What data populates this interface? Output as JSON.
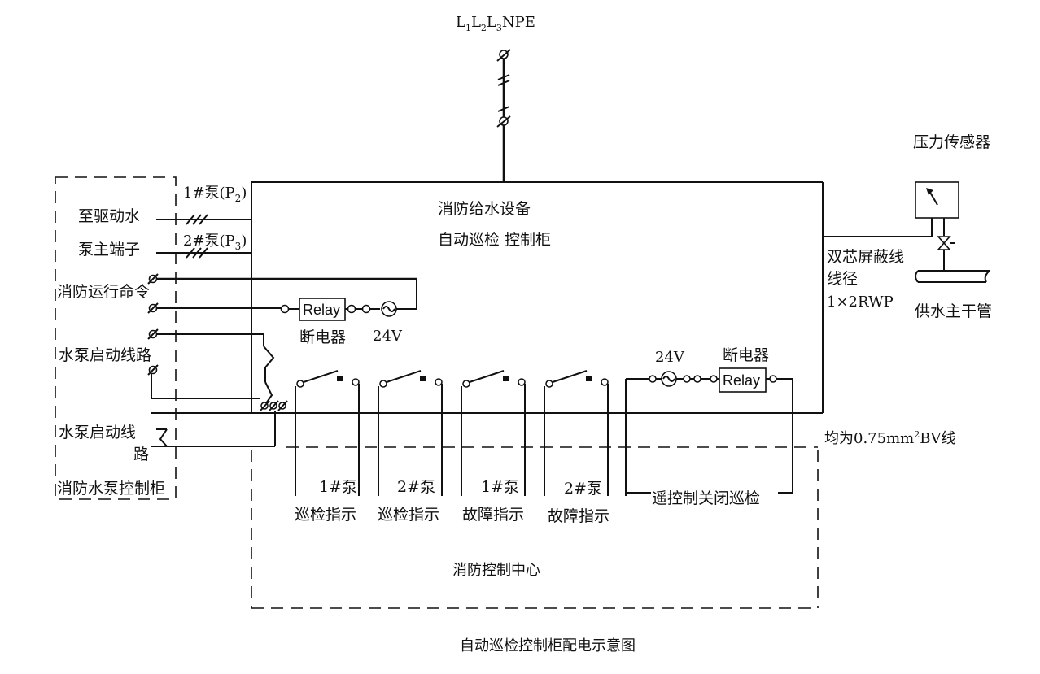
{
  "supply": {
    "l1": "L",
    "s1": "1",
    "l2": "L",
    "s2": "2",
    "l3": "L",
    "s3": "3",
    "npe": "NPE"
  },
  "cabinet": {
    "title_line1": "消防给水设备",
    "title_line2": "自动巡检 控制柜"
  },
  "pump_panel": {
    "pump1_prefix": "1#泵(P",
    "pump1_sub": "2",
    "pump1_suffix": ")",
    "pump2_prefix": "2#泵(P",
    "pump2_sub": "3",
    "pump2_suffix": ")",
    "drive_line1": "至驱动水",
    "drive_line2": "泵主端子",
    "run_command": "消防运行命令",
    "start_circuit": "水泵启动线路",
    "start_circuit2_line1": "水泵启动线",
    "start_circuit2_line2": "路",
    "panel_name": "消防水泵控制柜"
  },
  "relay_left": {
    "relay": "Relay",
    "breaker": "断电器",
    "voltage": "24V"
  },
  "relay_right": {
    "relay": "Relay",
    "breaker": "断电器",
    "voltage": "24V"
  },
  "sensor": {
    "title": "压力传感器",
    "cable_line1": "双芯屏蔽线",
    "cable_line2": "线径",
    "cable_line3": "1×2RWP",
    "main_pipe": "供水主干管"
  },
  "wiring_note": {
    "prefix": "均为0.75mm",
    "sup": "2",
    "suffix": "BV线"
  },
  "indicators": [
    {
      "line1": "1#泵",
      "line2": "巡检指示"
    },
    {
      "line1": "2#泵",
      "line2": "巡检指示"
    },
    {
      "line1": "1#泵",
      "line2": "故障指示"
    },
    {
      "line1": "2#泵",
      "line2": "故障指示"
    }
  ],
  "remote_close": "遥控制关闭巡检",
  "control_center": "消防控制中心",
  "caption": "自动巡检控制柜配电示意图"
}
